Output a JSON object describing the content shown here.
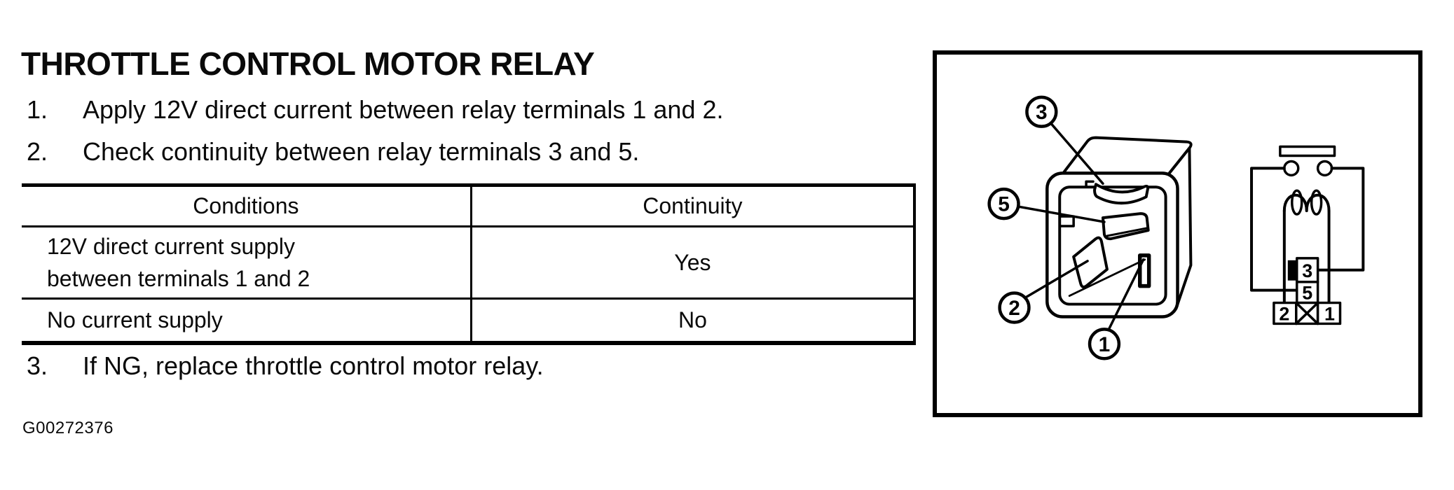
{
  "title": "THROTTLE CONTROL MOTOR RELAY",
  "steps": [
    {
      "num": "1.",
      "text": "Apply 12V direct current between relay terminals 1 and 2."
    },
    {
      "num": "2.",
      "text": "Check continuity between relay terminals 3 and 5."
    },
    {
      "num": "3.",
      "text": "If NG, replace throttle control motor relay."
    }
  ],
  "table": {
    "headers": [
      "Conditions",
      "Continuity"
    ],
    "rows": [
      {
        "condition": "12V direct current supply between terminals 1 and 2",
        "continuity": "Yes"
      },
      {
        "condition": "No current supply",
        "continuity": "No"
      }
    ]
  },
  "figure_id": "G00272376",
  "diagram": {
    "callouts": [
      "3",
      "5",
      "2",
      "1"
    ],
    "terminal_labels": [
      "3",
      "5",
      "2",
      "1"
    ],
    "colors": {
      "ink": "#000000",
      "paper": "#ffffff"
    }
  }
}
